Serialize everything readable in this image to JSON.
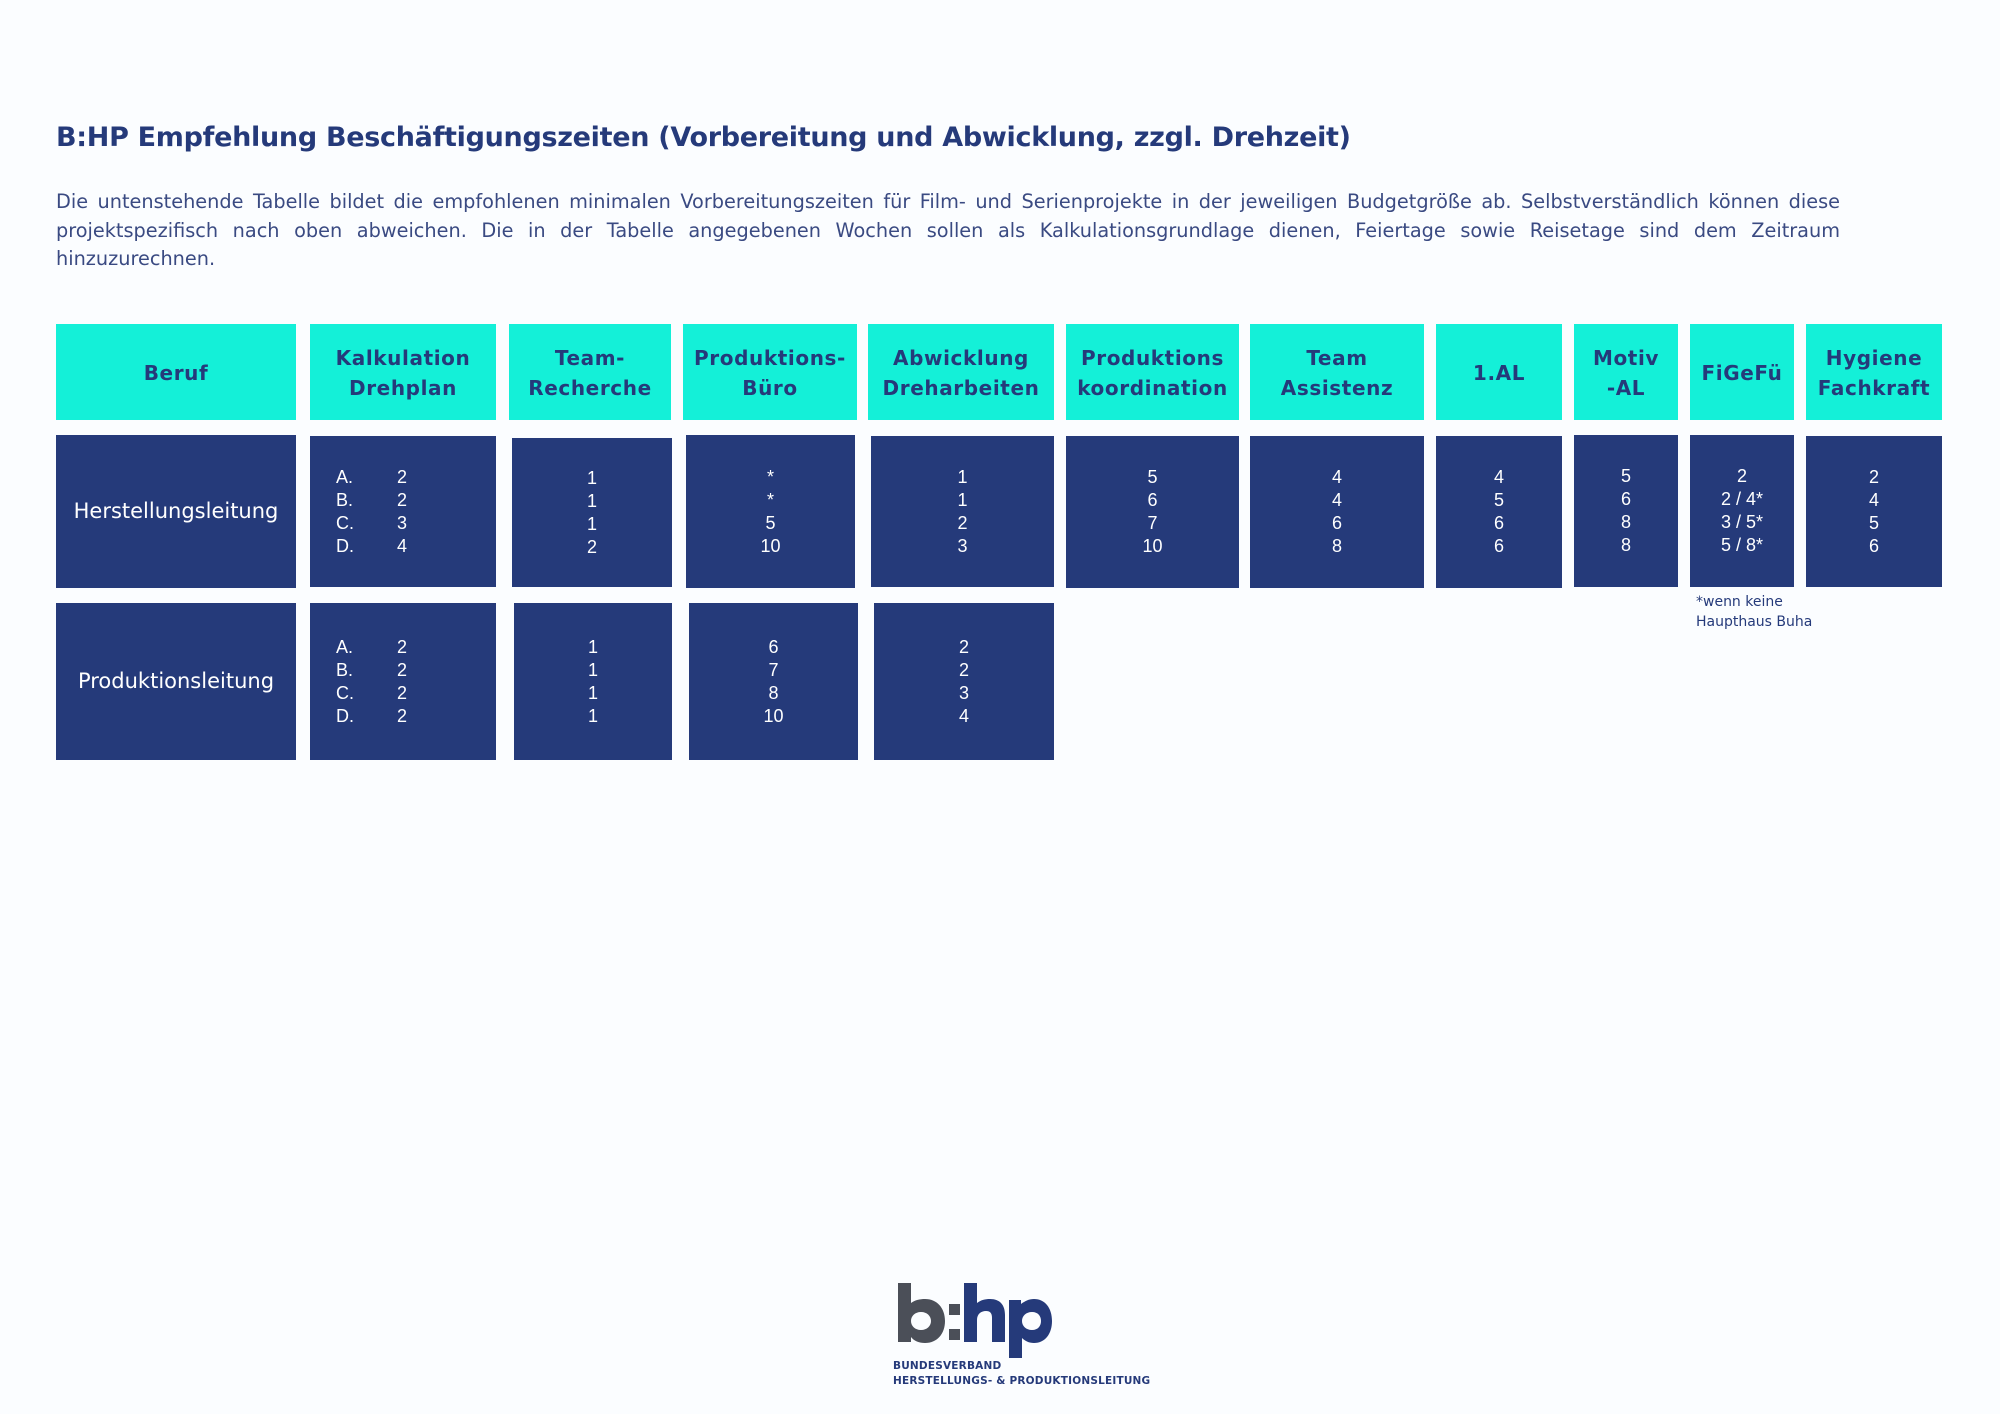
{
  "page": {
    "title": "B:HP Empfehlung Beschäftigungszeiten (Vorbereitung und Abwicklung, zzgl. Drehzeit)",
    "intro": "Die untenstehende Tabelle bildet die empfohlenen minimalen Vorbereitungszeiten für Film- und Serienprojekte in der jeweiligen Budgetgröße ab. Selbstverständlich können diese projektspezifisch nach oben abweichen. Die in der Tabelle angegebenen Wochen sollen als Kalkulationsgrundlage dienen, Feiertage sowie Reisetage sind dem Zeitraum hinzuzurechnen."
  },
  "colors": {
    "header_bg": "#14f0d8",
    "cell_bg": "#253a7a",
    "title_text": "#253a7a",
    "logo_dark": "#4b4f58"
  },
  "table": {
    "headers": [
      [
        "Beruf"
      ],
      [
        "Kalkulation",
        "Drehplan"
      ],
      [
        "Team-",
        "Recherche"
      ],
      [
        "Produktions-",
        "Büro"
      ],
      [
        "Abwicklung",
        "Dreharbeiten"
      ],
      [
        "Produktions",
        "koordination"
      ],
      [
        "Team",
        "Assistenz"
      ],
      [
        "1.AL"
      ],
      [
        "Motiv",
        "-AL"
      ],
      [
        "FiGeFü"
      ],
      [
        "Hygiene",
        "Fachkraft"
      ]
    ],
    "rows": [
      {
        "label": "Herstellungsleitung",
        "kalkulation": [
          {
            "letter": "A.",
            "value": "2"
          },
          {
            "letter": "B.",
            "value": "2"
          },
          {
            "letter": "C.",
            "value": "3"
          },
          {
            "letter": "D.",
            "value": "4"
          }
        ],
        "cells": [
          [
            "1",
            "1",
            "1",
            "2"
          ],
          [
            "*",
            "*",
            "5",
            "10"
          ],
          [
            "1",
            "1",
            "2",
            "3"
          ],
          [
            "5",
            "6",
            "7",
            "10"
          ],
          [
            "4",
            "4",
            "6",
            "8"
          ],
          [
            "4",
            "5",
            "6",
            "6"
          ],
          [
            "5",
            "6",
            "8",
            "8"
          ],
          [
            "2",
            "2 / 4*",
            "3 / 5*",
            "5 / 8*"
          ],
          [
            "2",
            "4",
            "5",
            "6"
          ]
        ]
      },
      {
        "label": "Produktionsleitung",
        "kalkulation": [
          {
            "letter": "A.",
            "value": "2"
          },
          {
            "letter": "B.",
            "value": "2"
          },
          {
            "letter": "C.",
            "value": "2"
          },
          {
            "letter": "D.",
            "value": "2"
          }
        ],
        "cells": [
          [
            "1",
            "1",
            "1",
            "1"
          ],
          [
            "6",
            "7",
            "8",
            "10"
          ],
          [
            "2",
            "2",
            "3",
            "4"
          ]
        ]
      }
    ],
    "footnote": [
      "*wenn keine",
      "Haupthaus Buha"
    ]
  },
  "logo": {
    "wordmark": "b:hp",
    "line1": "BUNDESVERBAND",
    "line2": "HERSTELLUNGS- & PRODUKTIONSLEITUNG"
  }
}
